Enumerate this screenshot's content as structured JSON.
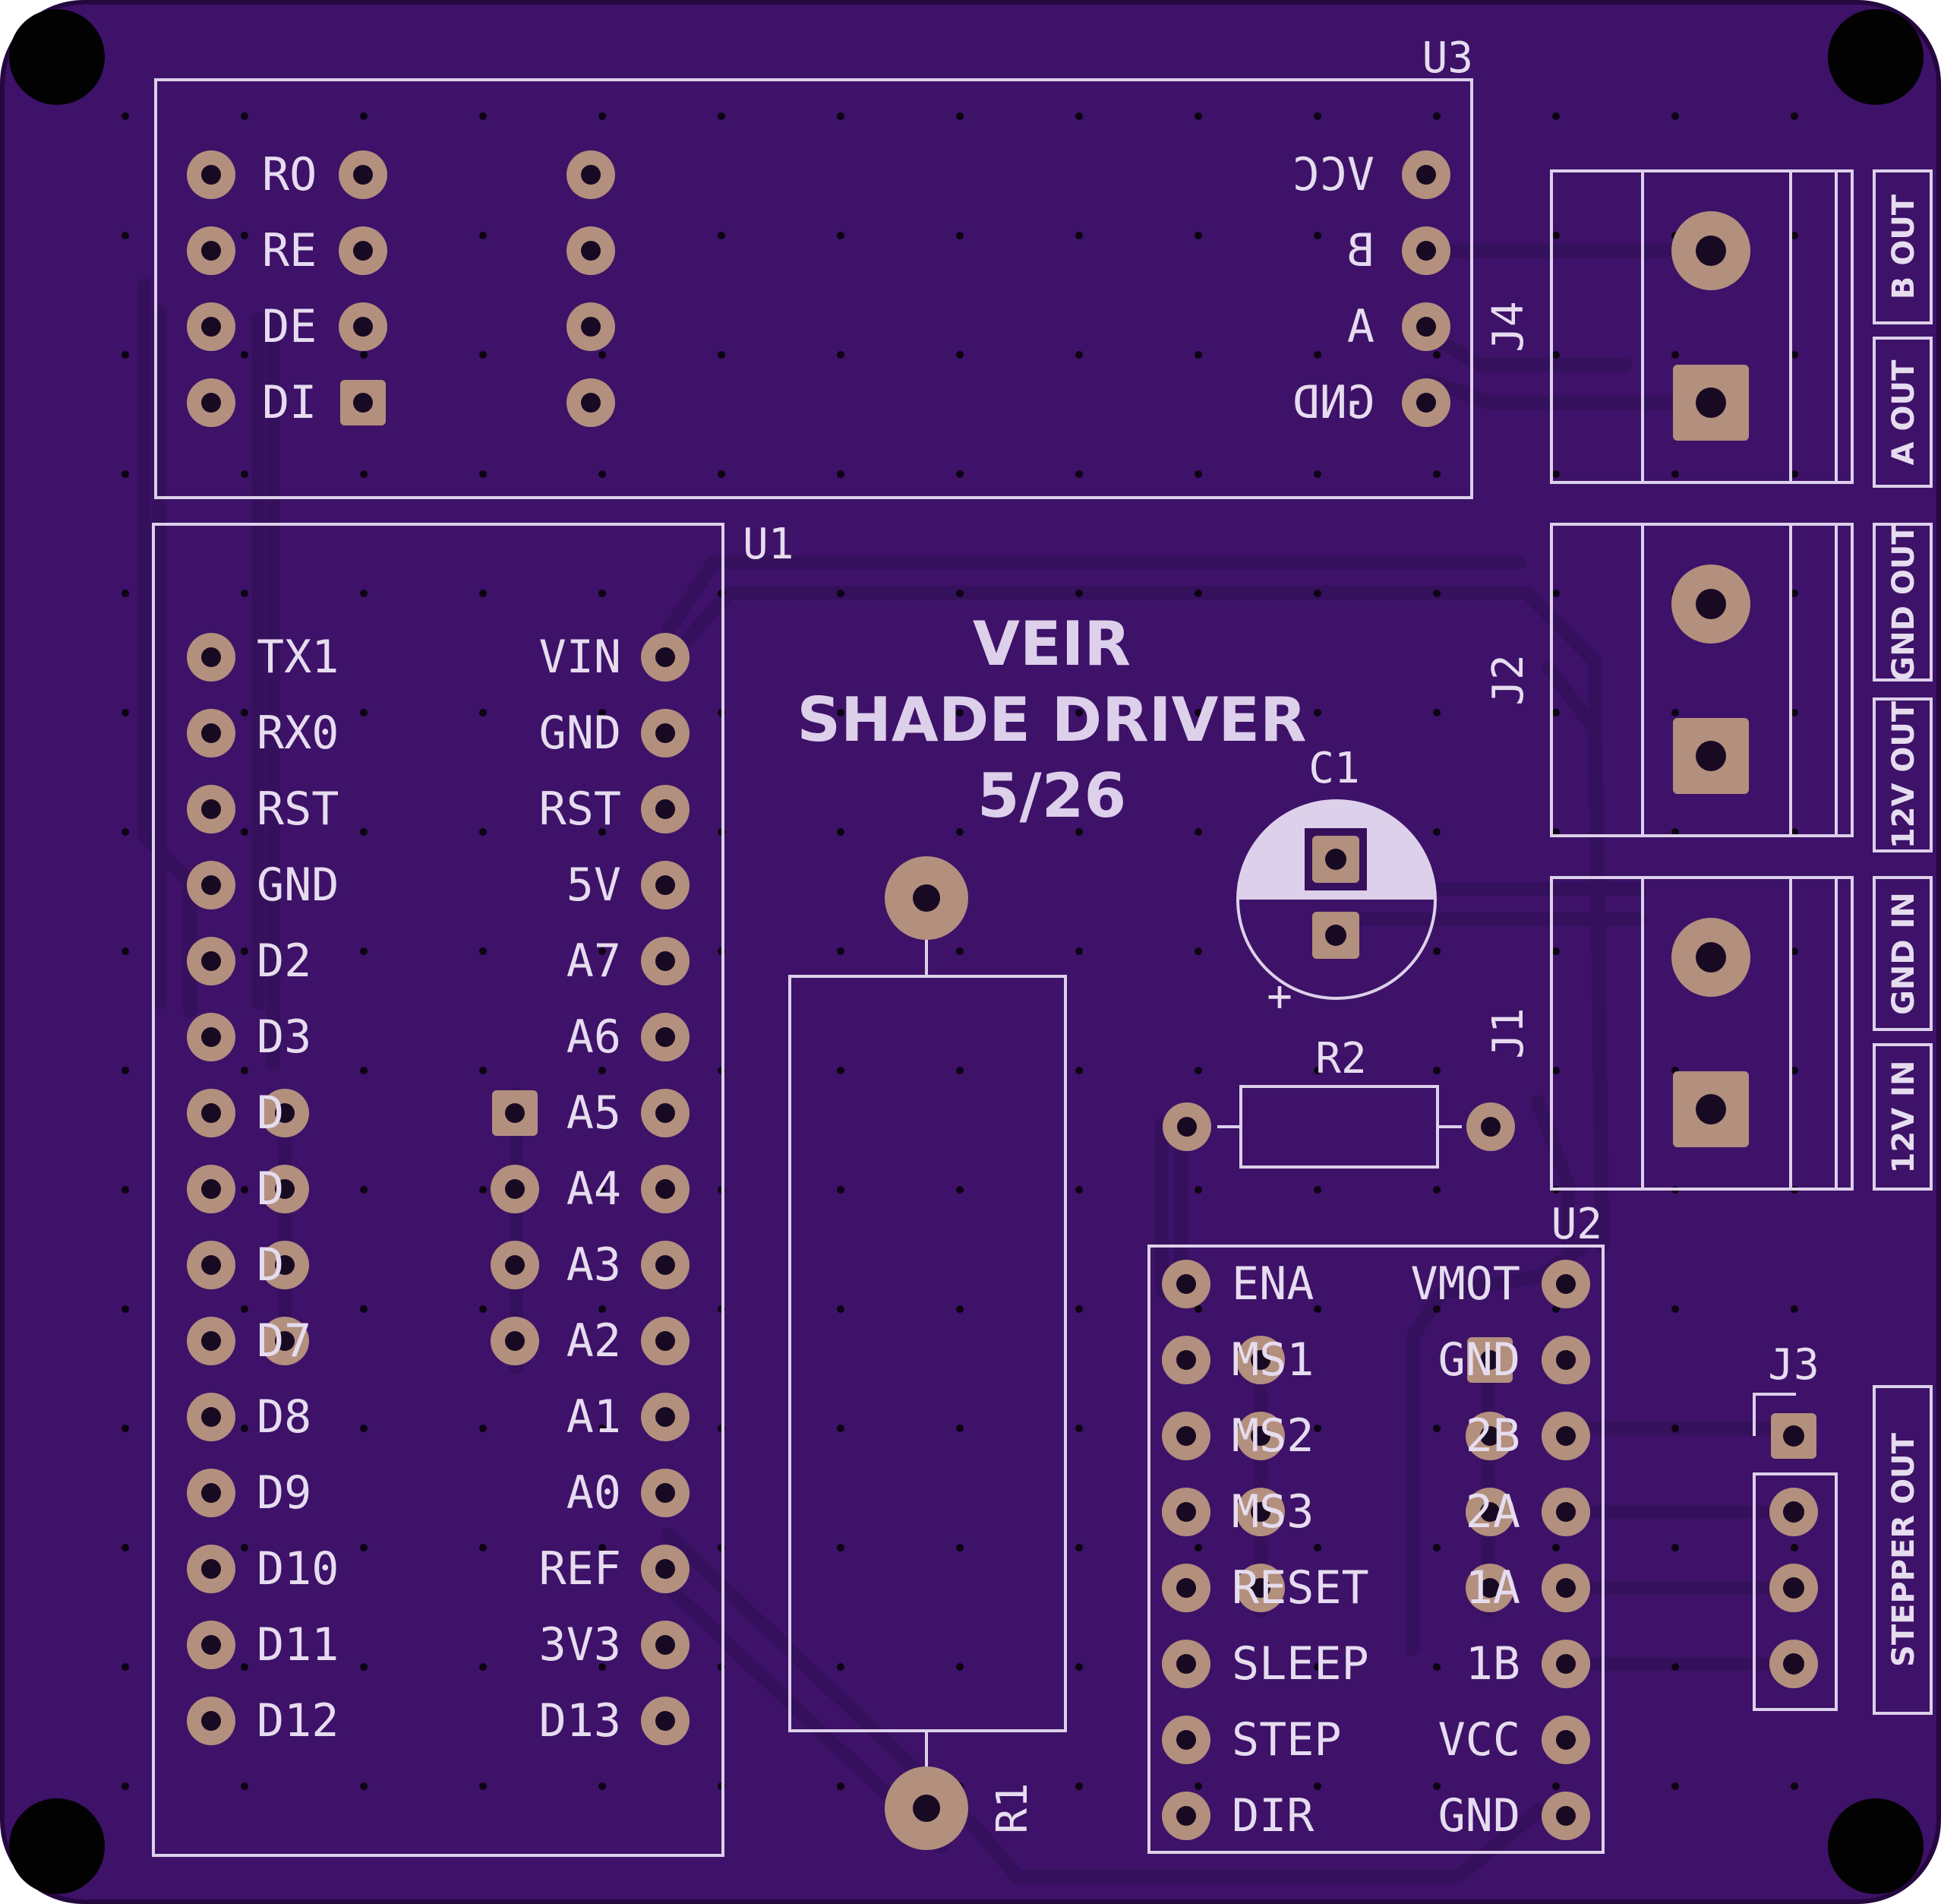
{
  "board": {
    "title_lines": [
      "VEIR",
      "SHADE DRIVER",
      "5/26"
    ],
    "colors": {
      "board": "#3d1268",
      "edge": "#260840",
      "trace": "#35105c",
      "pad": "#b38f7e",
      "hole": "#180a22",
      "silkscreen": "#ddd0ea"
    }
  },
  "u3": {
    "ref": "U3",
    "left_labels": [
      "RO",
      "RE",
      "DE",
      "DI"
    ],
    "right_labels": [
      "VCC",
      "B",
      "A",
      "GND"
    ]
  },
  "u1": {
    "ref": "U1",
    "left_labels": [
      "TX1",
      "RX0",
      "RST",
      "GND",
      "D2",
      "D3",
      "D",
      "D",
      "D",
      "D7",
      "D8",
      "D9",
      "D10",
      "D11",
      "D12"
    ],
    "right_labels": [
      "VIN",
      "GND",
      "RST",
      "5V",
      "A7",
      "A6",
      "A5",
      "A4",
      "A3",
      "A2",
      "A1",
      "A0",
      "REF",
      "3V3",
      "D13"
    ]
  },
  "u2": {
    "ref": "U2",
    "left_labels": [
      "ENA",
      "MS1",
      "MS2",
      "MS3",
      "RESET",
      "SLEEP",
      "STEP",
      "DIR"
    ],
    "right_labels": [
      "VMOT",
      "GND",
      "2B",
      "2A",
      "1A",
      "1B",
      "VCC",
      "GND"
    ]
  },
  "components": {
    "c1": "C1",
    "c1_polarity": "+",
    "r1": "R1",
    "r2": "R2",
    "j1": "J1",
    "j2": "J2",
    "j3": "J3",
    "j4": "J4"
  },
  "connector_labels": {
    "j4": [
      "B OUT",
      "A OUT"
    ],
    "j2": [
      "GND OUT",
      "12V OUT"
    ],
    "j1": [
      "GND IN",
      "12V IN"
    ],
    "j3": "STEPPER OUT"
  }
}
